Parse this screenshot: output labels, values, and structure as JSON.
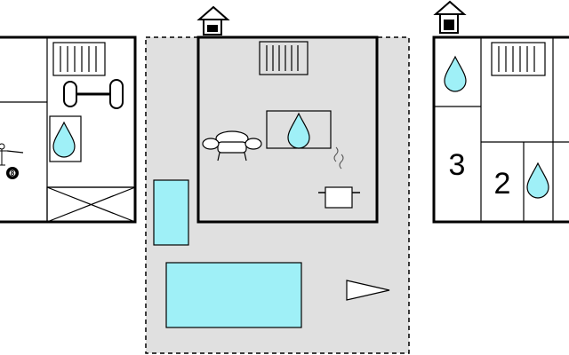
{
  "diagram": {
    "colors": {
      "wall": "#000000",
      "water": "#9ff0f7",
      "terrace": "#e0e0e0",
      "background": "#ffffff"
    },
    "buildings": [
      {
        "id": "left-house",
        "icons": [
          "radiator-icon",
          "dumbbell-icon",
          "shower-icon",
          "billiards-icon",
          "staircase-icon"
        ],
        "billiard_ball_number": "8"
      },
      {
        "id": "center-house",
        "icons": [
          "house-entrance-icon",
          "radiator-icon",
          "sofa-icon",
          "shower-icon",
          "cooking-pot-icon"
        ]
      },
      {
        "id": "right-house",
        "icons": [
          "house-entrance-icon",
          "shower-icon",
          "radiator-icon",
          "shower-icon"
        ],
        "room_labels": [
          "3",
          "2"
        ]
      }
    ],
    "outdoor": {
      "icons": [
        "small-pool",
        "swimming-pool",
        "north-arrow-icon"
      ]
    }
  }
}
